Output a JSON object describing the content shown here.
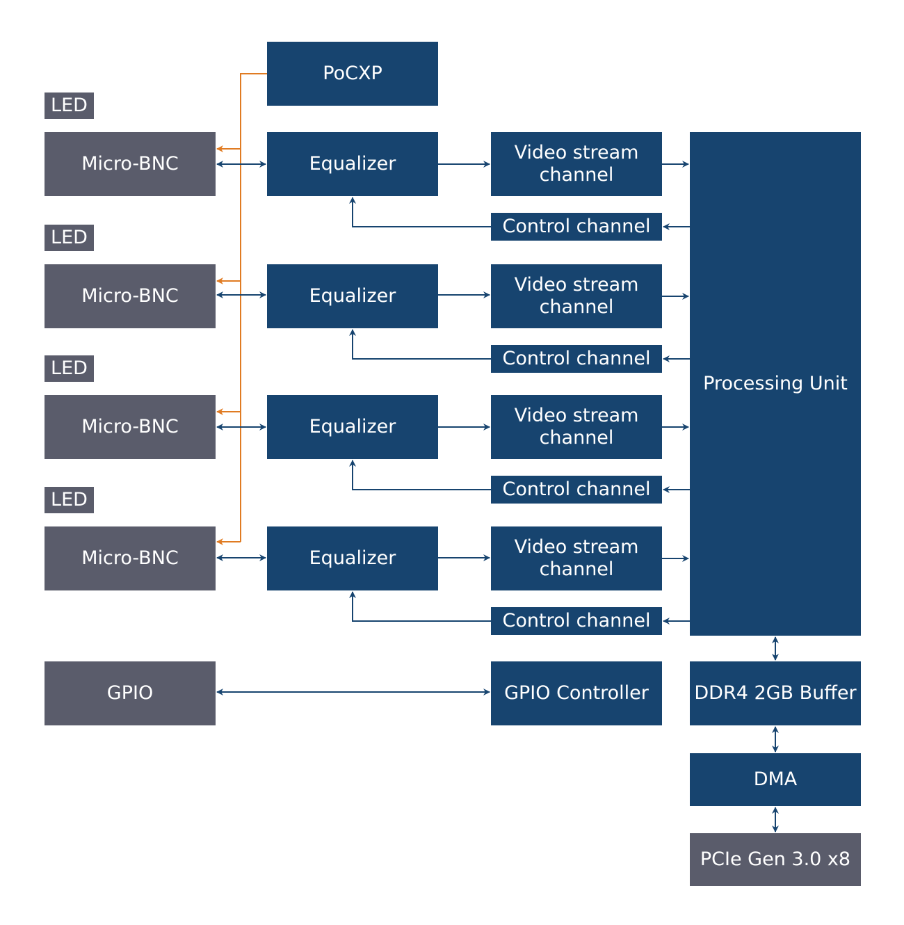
{
  "colors": {
    "block_blue": "#17446f",
    "block_gray": "#5a5c6b",
    "power_line": "#e07b22",
    "signal_line": "#17446f"
  },
  "power": {
    "label": "PoCXP"
  },
  "channels": [
    {
      "led": "LED",
      "connector": "Micro-BNC",
      "equalizer": "Equalizer",
      "video": "Video stream channel",
      "control": "Control channel"
    },
    {
      "led": "LED",
      "connector": "Micro-BNC",
      "equalizer": "Equalizer",
      "video": "Video stream channel",
      "control": "Control channel"
    },
    {
      "led": "LED",
      "connector": "Micro-BNC",
      "equalizer": "Equalizer",
      "video": "Video stream channel",
      "control": "Control channel"
    },
    {
      "led": "LED",
      "connector": "Micro-BNC",
      "equalizer": "Equalizer",
      "video": "Video stream channel",
      "control": "Control channel"
    }
  ],
  "gpio": {
    "connector": "GPIO",
    "controller": "GPIO Controller"
  },
  "pipeline": {
    "processing_unit": "Processing Unit",
    "buffer": "DDR4 2GB Buffer",
    "dma": "DMA",
    "host": "PCIe Gen 3.0 x8"
  }
}
